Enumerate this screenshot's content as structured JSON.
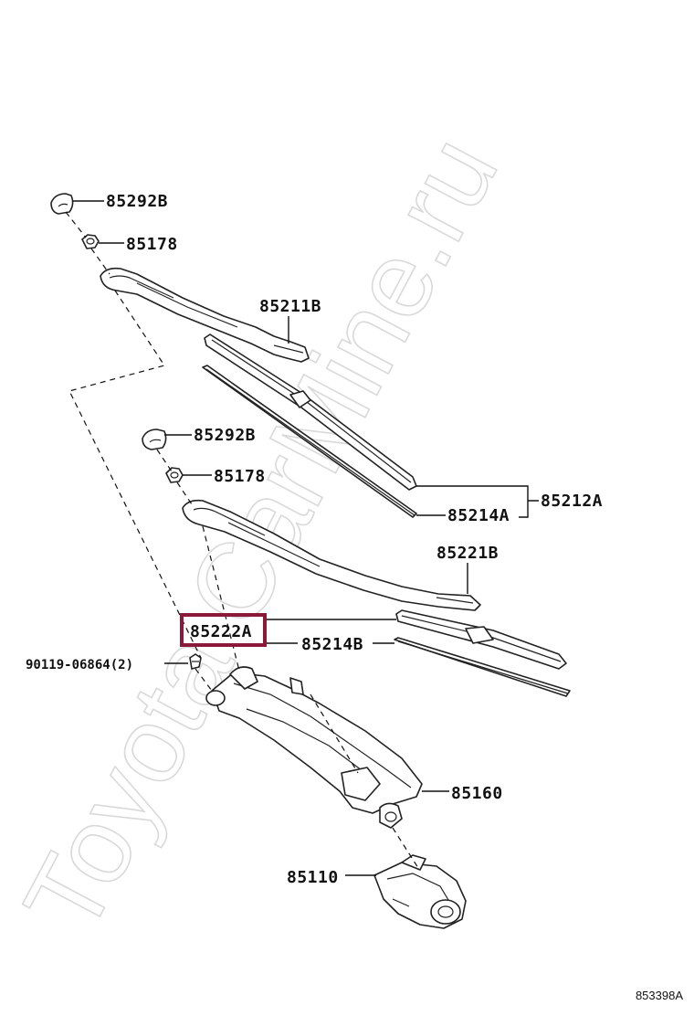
{
  "diagram": {
    "watermark": "Toyota CarMine.ru",
    "figure_code": "853398A",
    "highlight_color": "#8b1a3a",
    "labels": {
      "cap_upper": "85292B",
      "nut_upper": "85178",
      "arm_upper": "85211B",
      "blade_assy": "85212A",
      "rubber_upper": "85214A",
      "cap_lower": "85292B",
      "nut_lower": "85178",
      "arm_lower": "85221B",
      "blade_lower": "85222A",
      "rubber_lower": "85214B",
      "bolt": "90119-06864(2)",
      "link": "85160",
      "motor": "85110"
    }
  }
}
